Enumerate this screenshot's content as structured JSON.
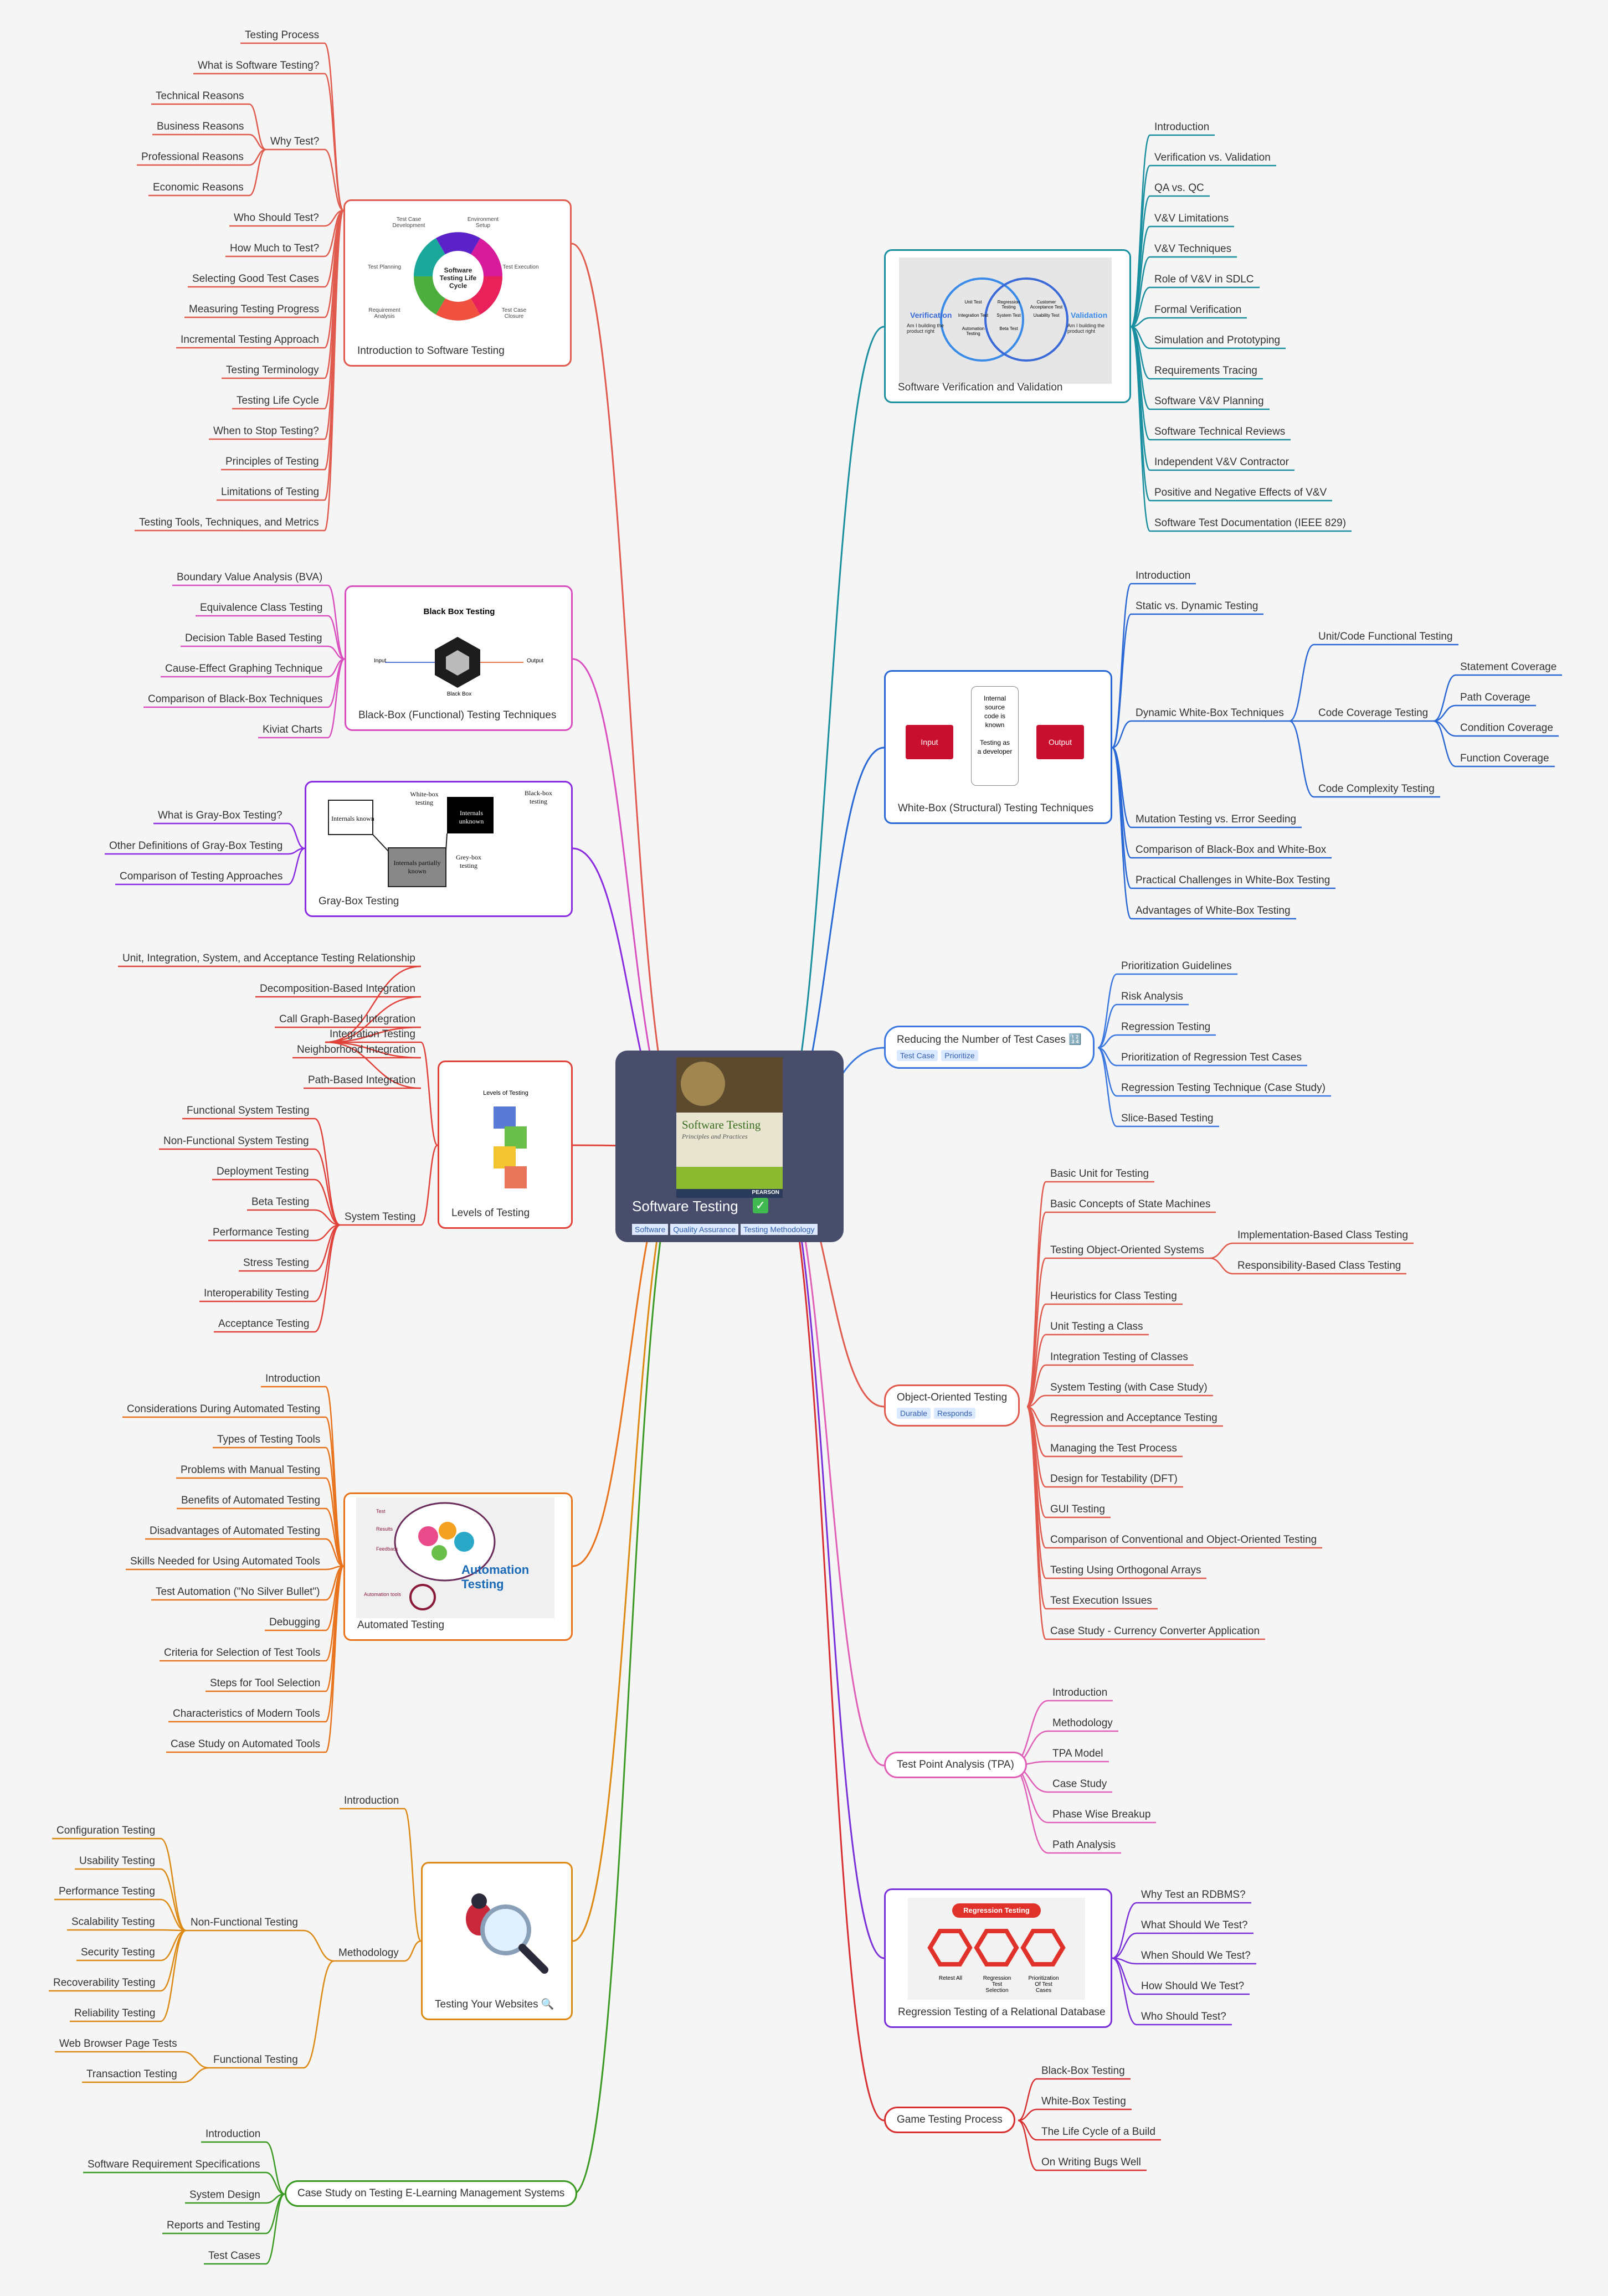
{
  "root": {
    "title": "Software Testing",
    "tags": [
      "Software",
      "Quality Assurance",
      "Testing Methodology"
    ],
    "book": {
      "title": "Software Testing",
      "subtitle": "Principles and Practices",
      "publisher": "PEARSON"
    }
  },
  "left": [
    {
      "label": "Introduction to Software Testing",
      "image": {
        "title": "Software Testing Life Cycle",
        "steps": [
          "Requirement Analysis",
          "Test Planning",
          "Test Case Development",
          "Environment Setup",
          "Test Execution",
          "Test Case Closure"
        ]
      },
      "children": [
        {
          "label": "Testing Process"
        },
        {
          "label": "What is Software Testing?"
        },
        {
          "label": "Why Test?",
          "children": [
            {
              "label": "Technical Reasons"
            },
            {
              "label": "Business Reasons"
            },
            {
              "label": "Professional Reasons"
            },
            {
              "label": "Economic Reasons"
            }
          ]
        },
        {
          "label": "Who Should Test?"
        },
        {
          "label": "How Much to Test?"
        },
        {
          "label": "Selecting Good Test Cases"
        },
        {
          "label": "Measuring Testing Progress"
        },
        {
          "label": "Incremental Testing Approach"
        },
        {
          "label": "Testing Terminology"
        },
        {
          "label": "Testing Life Cycle"
        },
        {
          "label": "When to Stop Testing?"
        },
        {
          "label": "Principles of Testing"
        },
        {
          "label": "Limitations of Testing"
        },
        {
          "label": "Testing Tools, Techniques, and Metrics"
        }
      ]
    },
    {
      "label": "Black-Box (Functional) Testing Techniques",
      "image": {
        "title": "Black Box Testing",
        "input": "Input",
        "output": "Output",
        "box": "Black Box"
      },
      "children": [
        {
          "label": "Boundary Value Analysis (BVA)"
        },
        {
          "label": "Equivalence Class Testing"
        },
        {
          "label": "Decision Table Based Testing"
        },
        {
          "label": "Cause-Effect Graphing Technique"
        },
        {
          "label": "Comparison of Black-Box Techniques"
        },
        {
          "label": "Kiviat Charts"
        }
      ]
    },
    {
      "label": "Gray-Box Testing",
      "image": {
        "white": "Internals known",
        "white_cap": "White-box testing",
        "black": "Internals unknown",
        "black_cap": "Black-box testing",
        "gray": "Internals partially known",
        "gray_cap": "Grey-box testing"
      },
      "children": [
        {
          "label": "What is Gray-Box Testing?"
        },
        {
          "label": "Other Definitions of Gray-Box Testing"
        },
        {
          "label": "Comparison of Testing Approaches"
        }
      ]
    },
    {
      "label": "Levels of Testing",
      "image": {
        "title": "Levels of Testing"
      },
      "children": [
        {
          "label": "Integration Testing",
          "children": [
            {
              "label": "Unit, Integration, System, and Acceptance Testing Relationship"
            },
            {
              "label": "Decomposition-Based Integration"
            },
            {
              "label": "Call Graph-Based Integration"
            },
            {
              "label": "Neighborhood Integration"
            },
            {
              "label": "Path-Based Integration"
            }
          ]
        },
        {
          "label": "System Testing",
          "children": [
            {
              "label": "Functional System Testing"
            },
            {
              "label": "Non-Functional System Testing"
            },
            {
              "label": "Deployment Testing"
            },
            {
              "label": "Beta Testing"
            },
            {
              "label": "Performance Testing"
            },
            {
              "label": "Stress Testing"
            },
            {
              "label": "Interoperability Testing"
            },
            {
              "label": "Acceptance Testing"
            }
          ]
        }
      ]
    },
    {
      "label": "Automated Testing",
      "image": {
        "title": "Automation Testing",
        "items": [
          "Test",
          "Results",
          "Feedback",
          "Automation tools"
        ]
      },
      "children": [
        {
          "label": "Introduction"
        },
        {
          "label": "Considerations During Automated Testing"
        },
        {
          "label": "Types of Testing Tools"
        },
        {
          "label": "Problems with Manual Testing"
        },
        {
          "label": "Benefits of Automated Testing"
        },
        {
          "label": "Disadvantages of Automated Testing"
        },
        {
          "label": "Skills Needed for Using Automated Tools"
        },
        {
          "label": "Test Automation (\"No Silver Bullet\")"
        },
        {
          "label": "Debugging"
        },
        {
          "label": "Criteria for Selection of Test Tools"
        },
        {
          "label": "Steps for Tool Selection"
        },
        {
          "label": "Characteristics of Modern Tools"
        },
        {
          "label": "Case Study on Automated Tools"
        }
      ]
    },
    {
      "label": "Testing Your Websites 🔍",
      "children": [
        {
          "label": "Introduction"
        },
        {
          "label": "Methodology",
          "children": [
            {
              "label": "Non-Functional Testing",
              "children": [
                {
                  "label": "Configuration Testing"
                },
                {
                  "label": "Usability Testing"
                },
                {
                  "label": "Performance Testing"
                },
                {
                  "label": "Scalability Testing"
                },
                {
                  "label": "Security Testing"
                },
                {
                  "label": "Recoverability Testing"
                },
                {
                  "label": "Reliability Testing"
                }
              ]
            },
            {
              "label": "Functional Testing",
              "children": [
                {
                  "label": "Web Browser Page Tests"
                },
                {
                  "label": "Transaction Testing"
                }
              ]
            }
          ]
        }
      ]
    },
    {
      "label": "Case Study on Testing E-Learning Management Systems",
      "children": [
        {
          "label": "Introduction"
        },
        {
          "label": "Software Requirement Specifications"
        },
        {
          "label": "System Design"
        },
        {
          "label": "Reports and Testing"
        },
        {
          "label": "Test Cases"
        }
      ]
    }
  ],
  "right": [
    {
      "label": "Software Verification and Validation",
      "image": {
        "left": "Verification",
        "left_sub": "Am I building the product right",
        "right": "Validation",
        "right_sub": "Am I building the product right",
        "items_l": [
          "Unit Test",
          "Integration Test",
          "Automation Testing"
        ],
        "items_c": [
          "Regression Testing",
          "System Test",
          "Beta Test"
        ],
        "items_r": [
          "Customer Acceptance Test",
          "Usability Test"
        ]
      },
      "children": [
        {
          "label": "Introduction"
        },
        {
          "label": "Verification vs. Validation"
        },
        {
          "label": "QA vs. QC"
        },
        {
          "label": "V&V Limitations"
        },
        {
          "label": "V&V Techniques"
        },
        {
          "label": "Role of V&V in SDLC"
        },
        {
          "label": "Formal Verification"
        },
        {
          "label": "Simulation and Prototyping"
        },
        {
          "label": "Requirements Tracing"
        },
        {
          "label": "Software V&V Planning"
        },
        {
          "label": "Software Technical Reviews"
        },
        {
          "label": "Independent V&V Contractor"
        },
        {
          "label": "Positive and Negative Effects of V&V"
        },
        {
          "label": "Software Test Documentation (IEEE 829)"
        }
      ]
    },
    {
      "label": "White-Box (Structural) Testing Techniques",
      "image": {
        "input": "Input",
        "middle": [
          "Internal",
          "source",
          "code is",
          "known",
          "",
          "Testing as",
          "a developer"
        ],
        "output": "Output"
      },
      "children": [
        {
          "label": "Introduction"
        },
        {
          "label": "Static vs. Dynamic Testing"
        },
        {
          "label": "Dynamic White-Box Techniques",
          "children": [
            {
              "label": "Unit/Code Functional Testing"
            },
            {
              "label": "Code Coverage Testing",
              "children": [
                {
                  "label": "Statement Coverage"
                },
                {
                  "label": "Path Coverage"
                },
                {
                  "label": "Condition Coverage"
                },
                {
                  "label": "Function Coverage"
                }
              ]
            },
            {
              "label": "Code Complexity Testing"
            }
          ]
        },
        {
          "label": "Mutation Testing vs. Error Seeding"
        },
        {
          "label": "Comparison of Black-Box and White-Box"
        },
        {
          "label": "Practical Challenges in White-Box Testing"
        },
        {
          "label": "Advantages of White-Box Testing"
        }
      ]
    },
    {
      "label": "Reducing the Number of Test Cases 🔢",
      "tags": [
        "Test Case",
        "Prioritize"
      ],
      "children": [
        {
          "label": "Prioritization Guidelines"
        },
        {
          "label": "Risk Analysis"
        },
        {
          "label": "Regression Testing"
        },
        {
          "label": "Prioritization of Regression Test Cases"
        },
        {
          "label": "Regression Testing Technique (Case Study)"
        },
        {
          "label": "Slice-Based Testing"
        }
      ]
    },
    {
      "label": "Object-Oriented Testing",
      "tags": [
        "Durable",
        "Responds"
      ],
      "children": [
        {
          "label": "Basic Unit for Testing"
        },
        {
          "label": "Basic Concepts of State Machines"
        },
        {
          "label": "Testing Object-Oriented Systems",
          "children": [
            {
              "label": "Implementation-Based Class Testing"
            },
            {
              "label": "Responsibility-Based Class Testing"
            }
          ]
        },
        {
          "label": "Heuristics for Class Testing"
        },
        {
          "label": "Unit Testing a Class"
        },
        {
          "label": "Integration Testing of Classes"
        },
        {
          "label": "System Testing (with Case Study)"
        },
        {
          "label": "Regression and Acceptance Testing"
        },
        {
          "label": "Managing the Test Process"
        },
        {
          "label": "Design for Testability (DFT)"
        },
        {
          "label": "GUI Testing"
        },
        {
          "label": "Comparison of Conventional and Object-Oriented Testing"
        },
        {
          "label": "Testing Using Orthogonal Arrays"
        },
        {
          "label": "Test Execution Issues"
        },
        {
          "label": "Case Study - Currency Converter Application"
        }
      ]
    },
    {
      "label": "Test Point Analysis (TPA)",
      "children": [
        {
          "label": "Introduction"
        },
        {
          "label": "Methodology"
        },
        {
          "label": "TPA Model"
        },
        {
          "label": "Case Study"
        },
        {
          "label": "Phase Wise Breakup"
        },
        {
          "label": "Path Analysis"
        }
      ]
    },
    {
      "label": "Regression Testing of a Relational Database",
      "image": {
        "title": "Regression Testing",
        "items": [
          "Retest All",
          "Regression Test Selection",
          "Prioritization Of Test Cases"
        ]
      },
      "children": [
        {
          "label": "Why Test an RDBMS?"
        },
        {
          "label": "What Should We Test?"
        },
        {
          "label": "When Should We Test?"
        },
        {
          "label": "How Should We Test?"
        },
        {
          "label": "Who Should Test?"
        }
      ]
    },
    {
      "label": "Game Testing Process",
      "children": [
        {
          "label": "Black-Box Testing"
        },
        {
          "label": "White-Box Testing"
        },
        {
          "label": "The Life Cycle of a Build"
        },
        {
          "label": "On Writing Bugs Well"
        }
      ]
    }
  ],
  "colors": {
    "c1": "#e05a4e",
    "c2": "#d94fbf",
    "c3": "#8a2be2",
    "c4": "#e0423a",
    "c5": "#e8731c",
    "c6": "#dc8a14",
    "c7": "#3a9a22",
    "r1": "#1a8fa0",
    "r2": "#2a68d6",
    "r3": "#3a78e0",
    "r4": "#e05a4e",
    "r5": "#e060b8",
    "r6": "#7a30d8",
    "r7": "#d83030"
  }
}
